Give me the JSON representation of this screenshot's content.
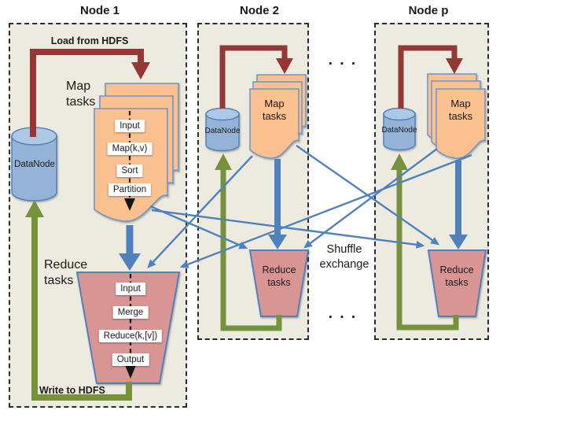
{
  "colors": {
    "node_background": "#EDEBE0",
    "map_task_fill": "#FAC090",
    "reduce_task_fill": "#D99594",
    "datanode_fill": "#95B3D7",
    "datanode_top_fill": "#AEC9E5",
    "shape_border_blue": "#4F81BD",
    "shuffle_arrow_blue": "#4F81BD",
    "hdfs_load_arrow_red": "#953734",
    "hdfs_write_arrow_green": "#76923C",
    "text": "#1A1A1A"
  },
  "nodes": {
    "node1": {
      "title": "Node 1",
      "load_label": "Load from HDFS",
      "write_label": "Write to HDFS",
      "datanode_label": "DataNode",
      "map_label": "Map tasks",
      "reduce_label": "Reduce tasks",
      "map_steps": [
        "Input",
        "Map(k,v)",
        "Sort",
        "Partition"
      ],
      "reduce_steps": [
        "Input",
        "Merge",
        "Reduce(k,[v])",
        "Output"
      ]
    },
    "node2": {
      "title": "Node 2",
      "datanode_label": "DataNode",
      "map_label": "Map tasks",
      "reduce_label": "Reduce tasks"
    },
    "nodep": {
      "title": "Node p",
      "datanode_label": "DataNode",
      "map_label": "Map tasks",
      "reduce_label": "Reduce tasks"
    }
  },
  "annotations": {
    "shuffle_exchange": "Shuffle exchange",
    "ellipsis_top": ".  .  .",
    "ellipsis_bottom": ".  .  ."
  }
}
